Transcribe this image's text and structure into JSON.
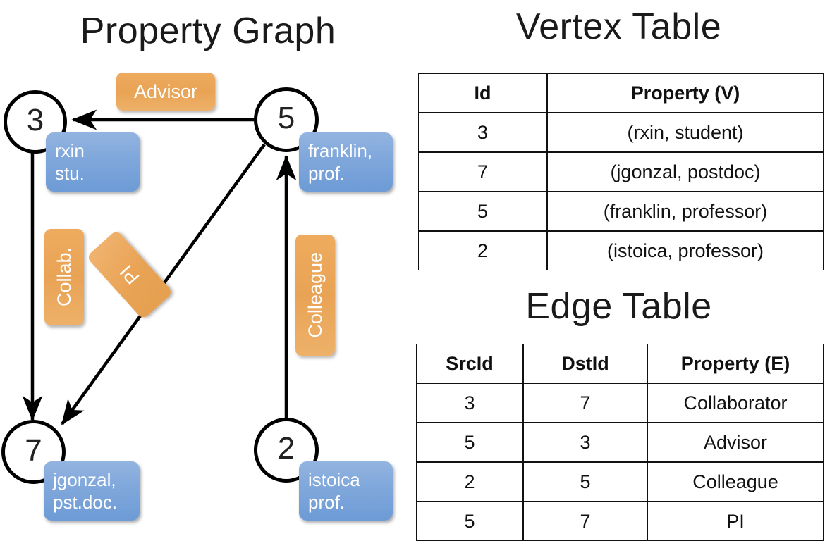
{
  "titles": {
    "property_graph": "Property Graph",
    "vertex_table": "Vertex Table",
    "edge_table": "Edge Table"
  },
  "graph": {
    "vertices": [
      {
        "id": "3",
        "property_line1": "rxin",
        "property_line2": "stu."
      },
      {
        "id": "5",
        "property_line1": "franklin,",
        "property_line2": "prof."
      },
      {
        "id": "7",
        "property_line1": "jgonzal,",
        "property_line2": "pst.doc."
      },
      {
        "id": "2",
        "property_line1": "istoica",
        "property_line2": "prof."
      }
    ],
    "edge_labels": [
      {
        "name": "advisor-label",
        "text": "Advisor"
      },
      {
        "name": "collab-label",
        "text": "Collab."
      },
      {
        "name": "pi-label",
        "text": "PI"
      },
      {
        "name": "colleague-label",
        "text": "Colleague"
      }
    ]
  },
  "vertex_table": {
    "columns": [
      "Id",
      "Property (V)"
    ],
    "rows": [
      {
        "id": "3",
        "property": "(rxin, student)"
      },
      {
        "id": "7",
        "property": "(jgonzal, postdoc)"
      },
      {
        "id": "5",
        "property": "(franklin, professor)"
      },
      {
        "id": "2",
        "property": "(istoica, professor)"
      }
    ]
  },
  "edge_table": {
    "columns": [
      "SrcId",
      "DstId",
      "Property (E)"
    ],
    "rows": [
      {
        "src": "3",
        "dst": "7",
        "property": "Collaborator"
      },
      {
        "src": "5",
        "dst": "3",
        "property": "Advisor"
      },
      {
        "src": "2",
        "dst": "5",
        "property": "Colleague"
      },
      {
        "src": "5",
        "dst": "7",
        "property": "PI"
      }
    ]
  },
  "colors": {
    "vertex_property_blue": "#7fa7db",
    "edge_label_orange": "#e9a355",
    "vertex_table_header_fill": "#ccd9ef",
    "edge_table_header_fill": "#f6dcc3",
    "stroke": "#000000",
    "background": "#ffffff"
  }
}
